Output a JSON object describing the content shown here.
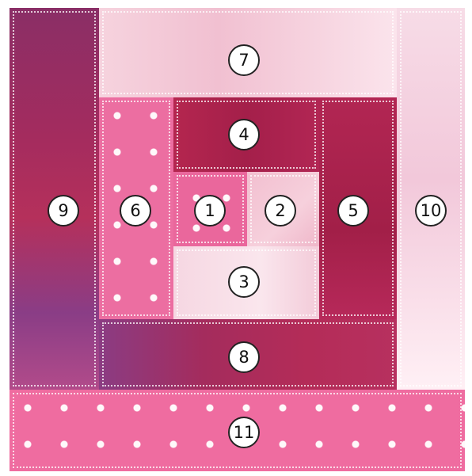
{
  "patches": [
    {
      "id": "p9",
      "label": "9",
      "colors": [
        "#8f2f63",
        "#b5357a",
        "#7a3a8a"
      ]
    },
    {
      "id": "p7",
      "label": "7",
      "colors": [
        "#f6d5df",
        "#f2c2d2",
        "#fbe7ee"
      ]
    },
    {
      "id": "p10",
      "label": "10",
      "colors": [
        "#f7dbe6",
        "#f1c8da",
        "#fff1f5"
      ]
    },
    {
      "id": "p11",
      "label": "11",
      "colors": [
        "#ef6b9f",
        "#e85b93",
        "#f383b0"
      ]
    },
    {
      "id": "p6",
      "label": "6",
      "colors": [
        "#ea6c9f",
        "#e25c94",
        "#f07cab"
      ]
    },
    {
      "id": "p4",
      "label": "4",
      "colors": [
        "#b32453",
        "#a31e4b",
        "#c12b5c"
      ]
    },
    {
      "id": "p5",
      "label": "5",
      "colors": [
        "#b22452",
        "#a11f48",
        "#c02a5b"
      ]
    },
    {
      "id": "p8",
      "label": "8",
      "colors": [
        "#a72b57",
        "#7a3a8a",
        "#b62d5e"
      ]
    },
    {
      "id": "p1",
      "label": "1",
      "colors": [
        "#e9679c",
        "#e15a92",
        "#f07aa9"
      ]
    },
    {
      "id": "p2",
      "label": "2",
      "colors": [
        "#f2bfd0",
        "#f6cfdc",
        "#efb3c7"
      ]
    },
    {
      "id": "p3",
      "label": "3",
      "colors": [
        "#f5d5e0",
        "#f9e3ea",
        "#f1c7d6"
      ]
    }
  ]
}
